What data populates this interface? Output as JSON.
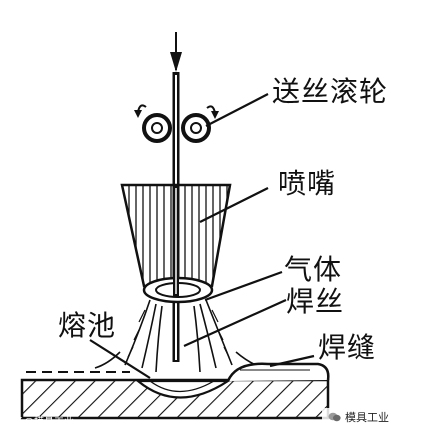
{
  "labels": {
    "wire_feed_roller": "送丝滚轮",
    "nozzle": "喷嘴",
    "gas": "气体",
    "welding_wire": "焊丝",
    "molten_pool": "熔池",
    "weld_seam": "焊缝"
  },
  "watermarks": {
    "left": "头条@模具工业",
    "right": "模具工业"
  },
  "colors": {
    "ink": "#111111",
    "background": "#ffffff"
  }
}
